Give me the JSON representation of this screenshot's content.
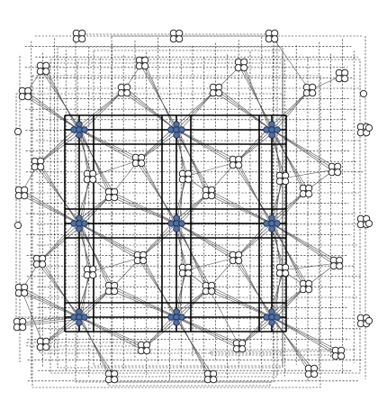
{
  "figure": {
    "kind": "crystal-lattice-diagram",
    "colors": {
      "background": "#ffffff",
      "open_node_fill": "#ffffff",
      "node_outline": "#1a1a1a",
      "core_node_fill": "#4f6fa8",
      "frame_line": "#000000",
      "dashed_line": "#1a1a1a",
      "web_line": "#4a4a4a"
    },
    "icons": [
      "open-circle-node",
      "blue-circle-node"
    ]
  }
}
